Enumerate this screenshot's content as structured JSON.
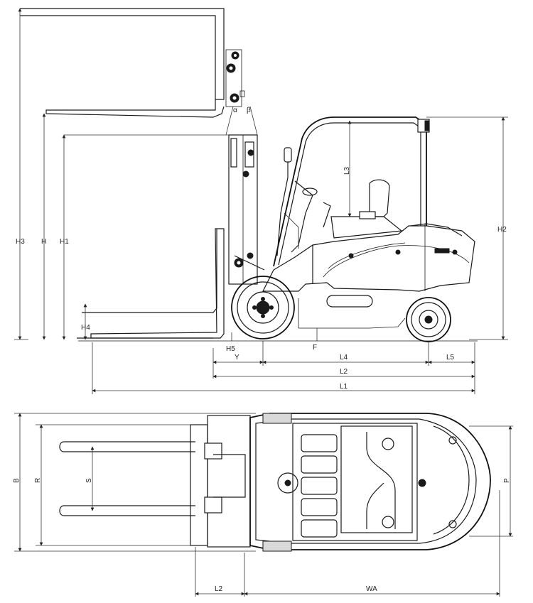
{
  "side_view": {
    "dims": {
      "H3": "H3",
      "H": "H",
      "H1": "H1",
      "H2": "H2",
      "H4": "H4",
      "L3": "L3",
      "L4": "L4",
      "L5": "L5",
      "L2": "L2",
      "L1": "L1",
      "Y": "Y",
      "F": "F",
      "H5": "H5",
      "alpha": "α",
      "beta": "β"
    }
  },
  "top_view": {
    "dims": {
      "B": "B",
      "R": "R",
      "S": "S",
      "P": "P",
      "L2": "L2",
      "WA": "WA"
    }
  }
}
